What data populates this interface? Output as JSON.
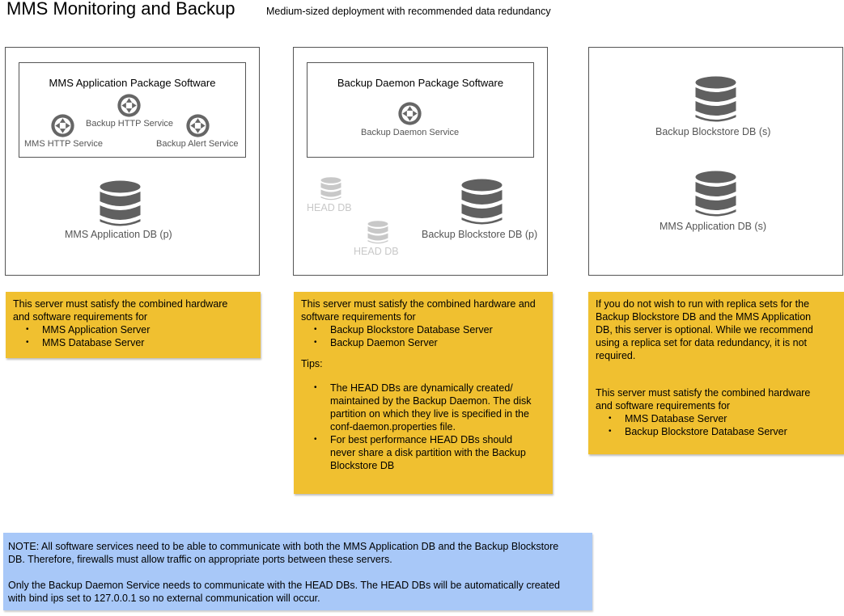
{
  "header": {
    "title": "MMS Monitoring and Backup",
    "subtitle": "Medium-sized deployment with recommended data redundancy"
  },
  "server1": {
    "package_title": "MMS Application Package Software",
    "services": [
      "Backup HTTP Service",
      "MMS HTTP Service",
      "Backup Alert Service"
    ],
    "db_label": "MMS Application DB (p)"
  },
  "server2": {
    "package_title": "Backup Daemon Package Software",
    "service": "Backup Daemon Service",
    "head_db_1": "HEAD DB",
    "head_db_2": "HEAD DB",
    "db_label": "Backup Blockstore DB (p)"
  },
  "server3": {
    "db1_label": "Backup Blockstore DB (s)",
    "db2_label": "MMS Application DB (s)"
  },
  "note1": {
    "intro_1": "This server must satisfy the combined hardware",
    "intro_2": "and software requirements for",
    "items": [
      "MMS Application Server",
      "MMS Database Server"
    ]
  },
  "note2": {
    "intro_1": "This server must satisfy the combined hardware and",
    "intro_2": "software requirements for",
    "items": [
      "Backup Blockstore Database Server",
      "Backup Daemon Server"
    ],
    "tips_label": "Tips:",
    "tips": [
      {
        "lines": [
          "The HEAD DBs are dynamically created/",
          "maintained by the Backup Daemon. The disk",
          "partition on which they live is specified in the",
          "conf-daemon.properties file."
        ]
      },
      {
        "lines": [
          "For best performance HEAD DBs should",
          "never share a disk partition with the Backup",
          "Blockstore DB"
        ]
      }
    ]
  },
  "note3": {
    "para_lines": [
      "If you do not wish to run with replica sets for the",
      "Backup Blockstore DB and the MMS Application",
      "DB, this server is optional. While we recommend",
      "using a replica set for data redundancy, it is not",
      "required."
    ],
    "intro_1": "This server must satisfy the combined hardware",
    "intro_2": "and software requirements for",
    "items": [
      "MMS Database Server",
      "Backup Blockstore Database Server"
    ]
  },
  "note4": {
    "para1_line1": "NOTE: All software services need to be able to communicate with both the MMS Application DB and the Backup Blockstore",
    "para1_line2": "DB.  Therefore, firewalls must allow traffic on appropriate ports between these servers.",
    "para2_line1": "Only the Backup Daemon Service needs to communicate with the HEAD DBs.  The HEAD DBs will be automatically created",
    "para2_line2": "with bind ips set to 127.0.0.1 so no external communication will occur."
  },
  "colors": {
    "sticky_yellow": "#f0c030",
    "sticky_blue": "#a8c8f8",
    "db_icon": "#606060",
    "head_db_icon": "#c8c8c8"
  },
  "icons": {
    "service": "service-gear-icon",
    "database": "database-icon"
  }
}
